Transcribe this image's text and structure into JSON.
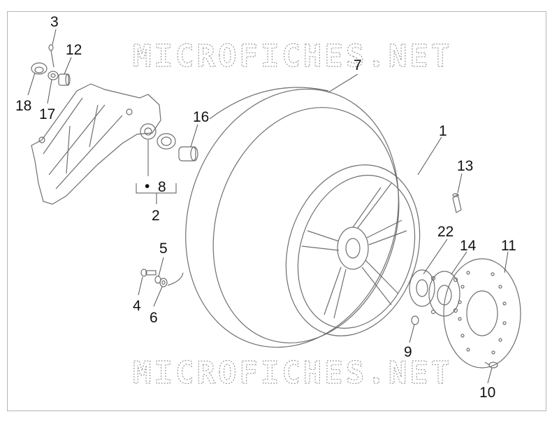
{
  "watermark": "MICROFICHES.NET",
  "callouts": {
    "p1": "1",
    "p2": "2",
    "p3": "3",
    "p4": "4",
    "p5": "5",
    "p6": "6",
    "p7": "7",
    "p8": "8",
    "p9": "9",
    "p10": "10",
    "p11": "11",
    "p12": "12",
    "p13": "13",
    "p14": "14",
    "p16": "16",
    "p17": "17",
    "p18": "18",
    "p22": "22"
  },
  "kit_marker": "•"
}
